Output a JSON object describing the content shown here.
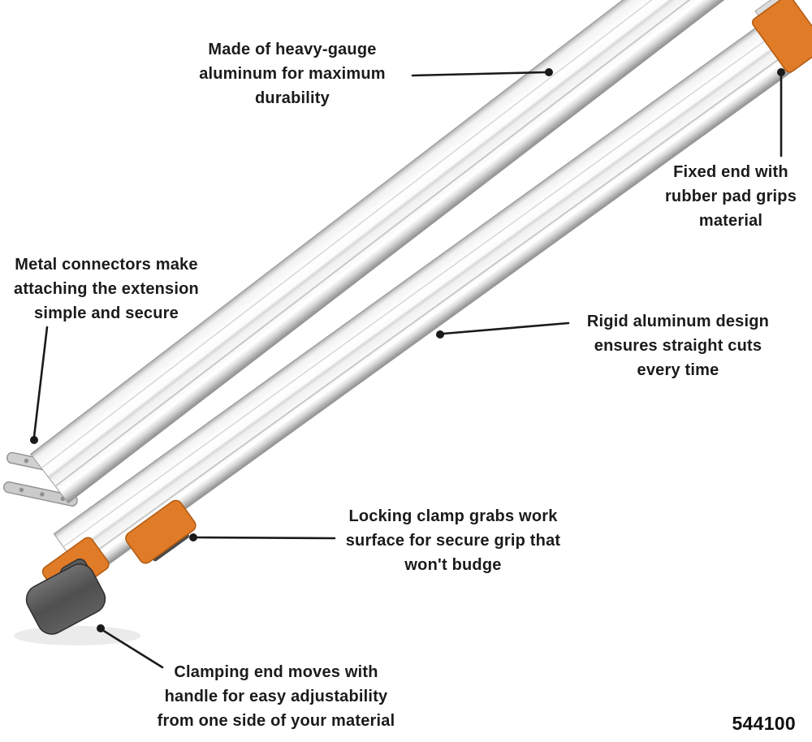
{
  "product": {
    "model_number": "544100"
  },
  "colors": {
    "background": "#ffffff",
    "text": "#1b1b1b",
    "accent_orange": "#e07b28",
    "accent_orange_dark": "#b25a10",
    "handle_gray": "#565656",
    "aluminum_light": "#f5f5f5",
    "aluminum_dark": "#8d8d8d",
    "leader_line": "#1a1a1a"
  },
  "callouts": {
    "material": "Made of heavy-gauge\naluminum for maximum\ndurability",
    "fixed_end": "Fixed end with\nrubber pad grips\nmaterial",
    "connectors": "Metal connectors make\nattaching the extension\nsimple and secure",
    "rigid": "Rigid aluminum design\nensures straight cuts\nevery time",
    "clamp": "Locking clamp grabs work\nsurface for secure grip that\nwon't budge",
    "handle": "Clamping end moves with\nhandle for easy adjustability\nfrom one side of your material"
  }
}
